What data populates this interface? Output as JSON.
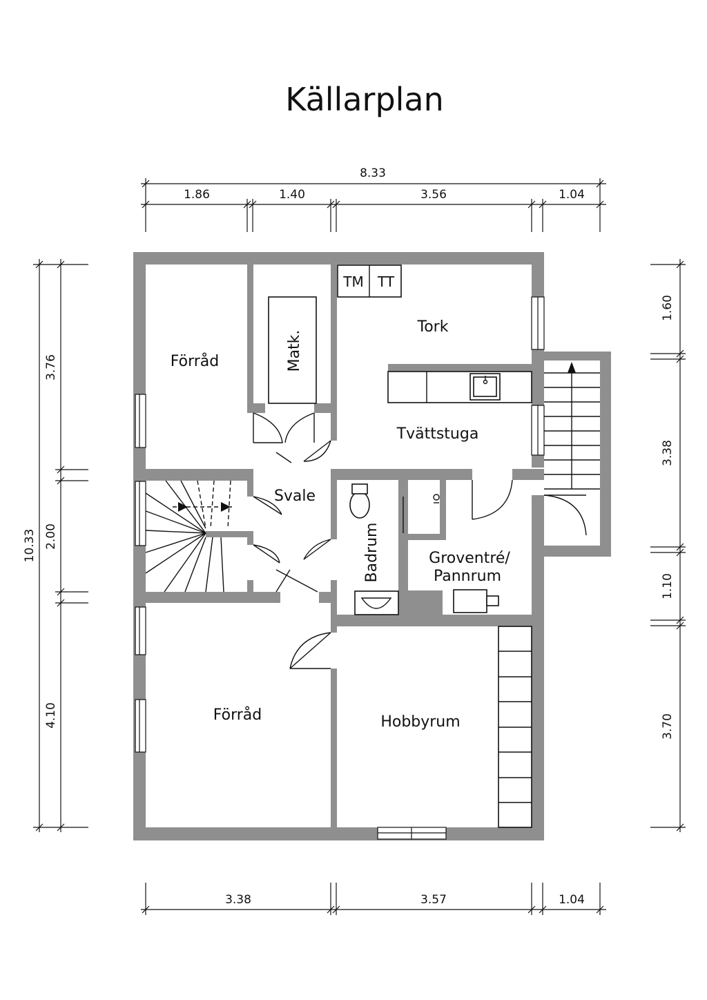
{
  "title": "Källarplan",
  "dimensions": {
    "top_total": "8.33",
    "top_segments": [
      "1.86",
      "1.40",
      "3.56",
      "1.04"
    ],
    "bottom_segments": [
      "3.38",
      "3.57",
      "1.04"
    ],
    "left_total": "10.33",
    "left_segments": [
      "3.76",
      "2.00",
      "4.10"
    ],
    "right_segments": [
      "1.60",
      "3.38",
      "1.10",
      "3.70"
    ]
  },
  "rooms": {
    "forrad_top": "Förråd",
    "matk": "Matk.",
    "tm": "TM",
    "tt": "TT",
    "tork": "Tork",
    "tvattstuga": "Tvättstuga",
    "svale": "Svale",
    "badrum": "Badrum",
    "groventre_line1": "Groventré/",
    "groventre_line2": "Pannrum",
    "forrad_bottom": "Förråd",
    "hobbyrum": "Hobbyrum"
  }
}
